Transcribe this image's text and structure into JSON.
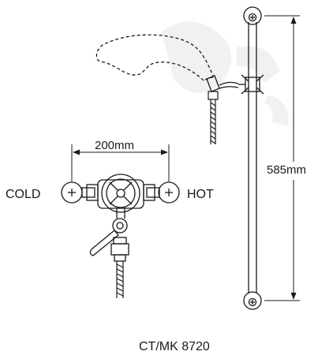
{
  "labels": {
    "cold": "COLD",
    "hot": "HOT",
    "width_dim": "200mm",
    "height_dim": "585mm",
    "model": "CT/MK 8720"
  },
  "colors": {
    "line": "#1a1a1a",
    "watermark": "#ececec",
    "background": "#ffffff"
  },
  "icons": [
    "shower-head-icon",
    "slide-rail-icon",
    "mixer-valve-icon",
    "lever-handle-icon",
    "hose-icon"
  ]
}
